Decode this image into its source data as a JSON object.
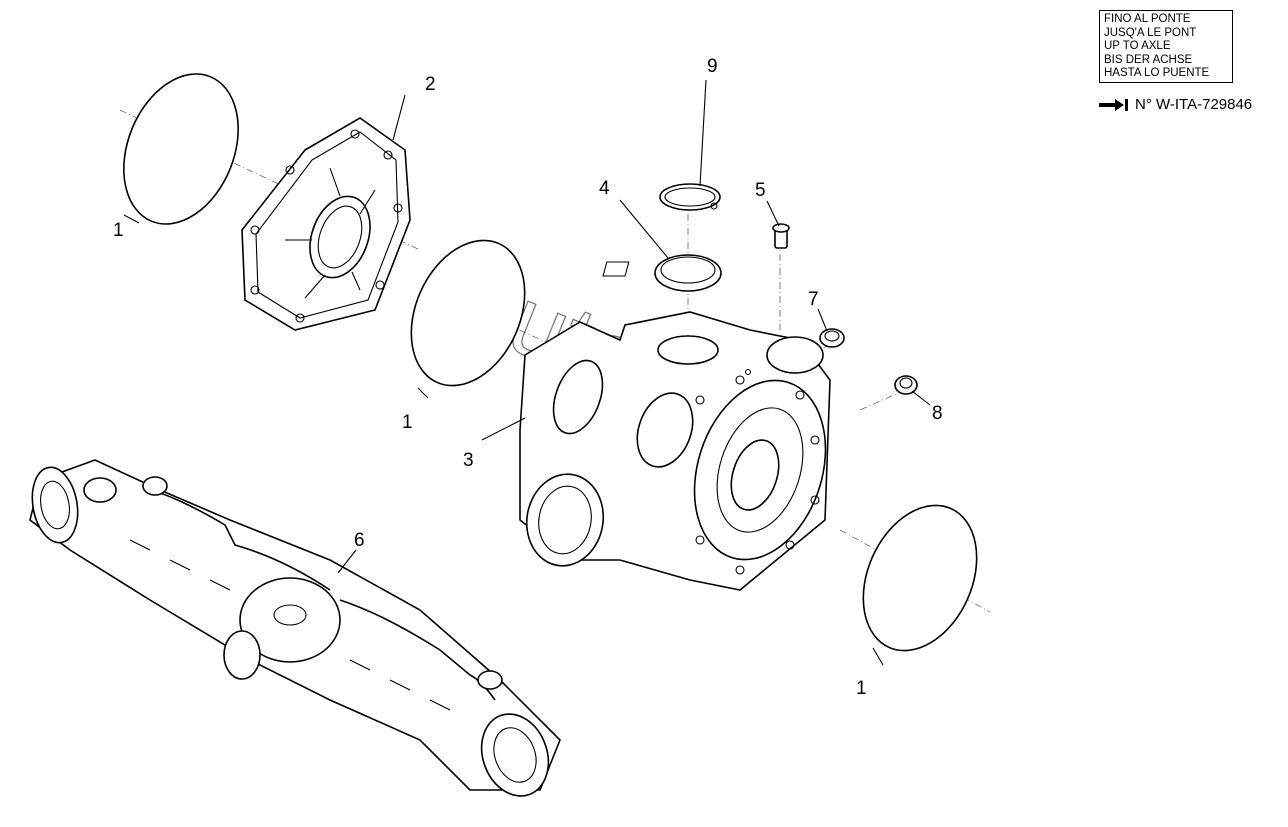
{
  "note": {
    "lines": [
      "FINO AL PONTE",
      "JUSQ'A LE PONT",
      "UP TO AXLE",
      "BIS DER ACHSE",
      "HASTA LO PUENTE"
    ],
    "serial": "N° W-ITA-729846",
    "arrow_icon": "arrow-right-bar-icon"
  },
  "callouts": {
    "c1a": "1",
    "c1b": "1",
    "c1c": "1",
    "c2": "2",
    "c3": "3",
    "c4": "4",
    "c5": "5",
    "c6": "6",
    "c7": "7",
    "c8": "8",
    "c9": "9"
  },
  "watermark": "AutoSoft",
  "colors": {
    "line": "#000000",
    "watermark": "#7a7a7a",
    "background": "#ffffff"
  }
}
